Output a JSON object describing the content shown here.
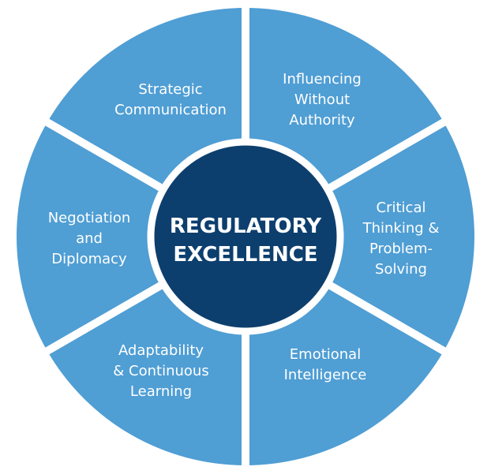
{
  "colors": {
    "segment": "#4f9ed4",
    "center": "#0d3f6e",
    "divider": "#ffffff",
    "text": "#ffffff"
  },
  "center": {
    "line1": "REGULATORY",
    "line2": "EXCELLENCE"
  },
  "segments": [
    {
      "lines": [
        "Strategic",
        "Communication"
      ]
    },
    {
      "lines": [
        "Influencing",
        "Without",
        "Authority"
      ]
    },
    {
      "lines": [
        "Critical",
        "Thinking &",
        "Problem-",
        "Solving"
      ]
    },
    {
      "lines": [
        "Emotional",
        "Intelligence"
      ]
    },
    {
      "lines": [
        "Adaptability",
        "& Continuous",
        "Learning"
      ]
    },
    {
      "lines": [
        "Negotiation",
        "and",
        "Diplomacy"
      ]
    }
  ]
}
